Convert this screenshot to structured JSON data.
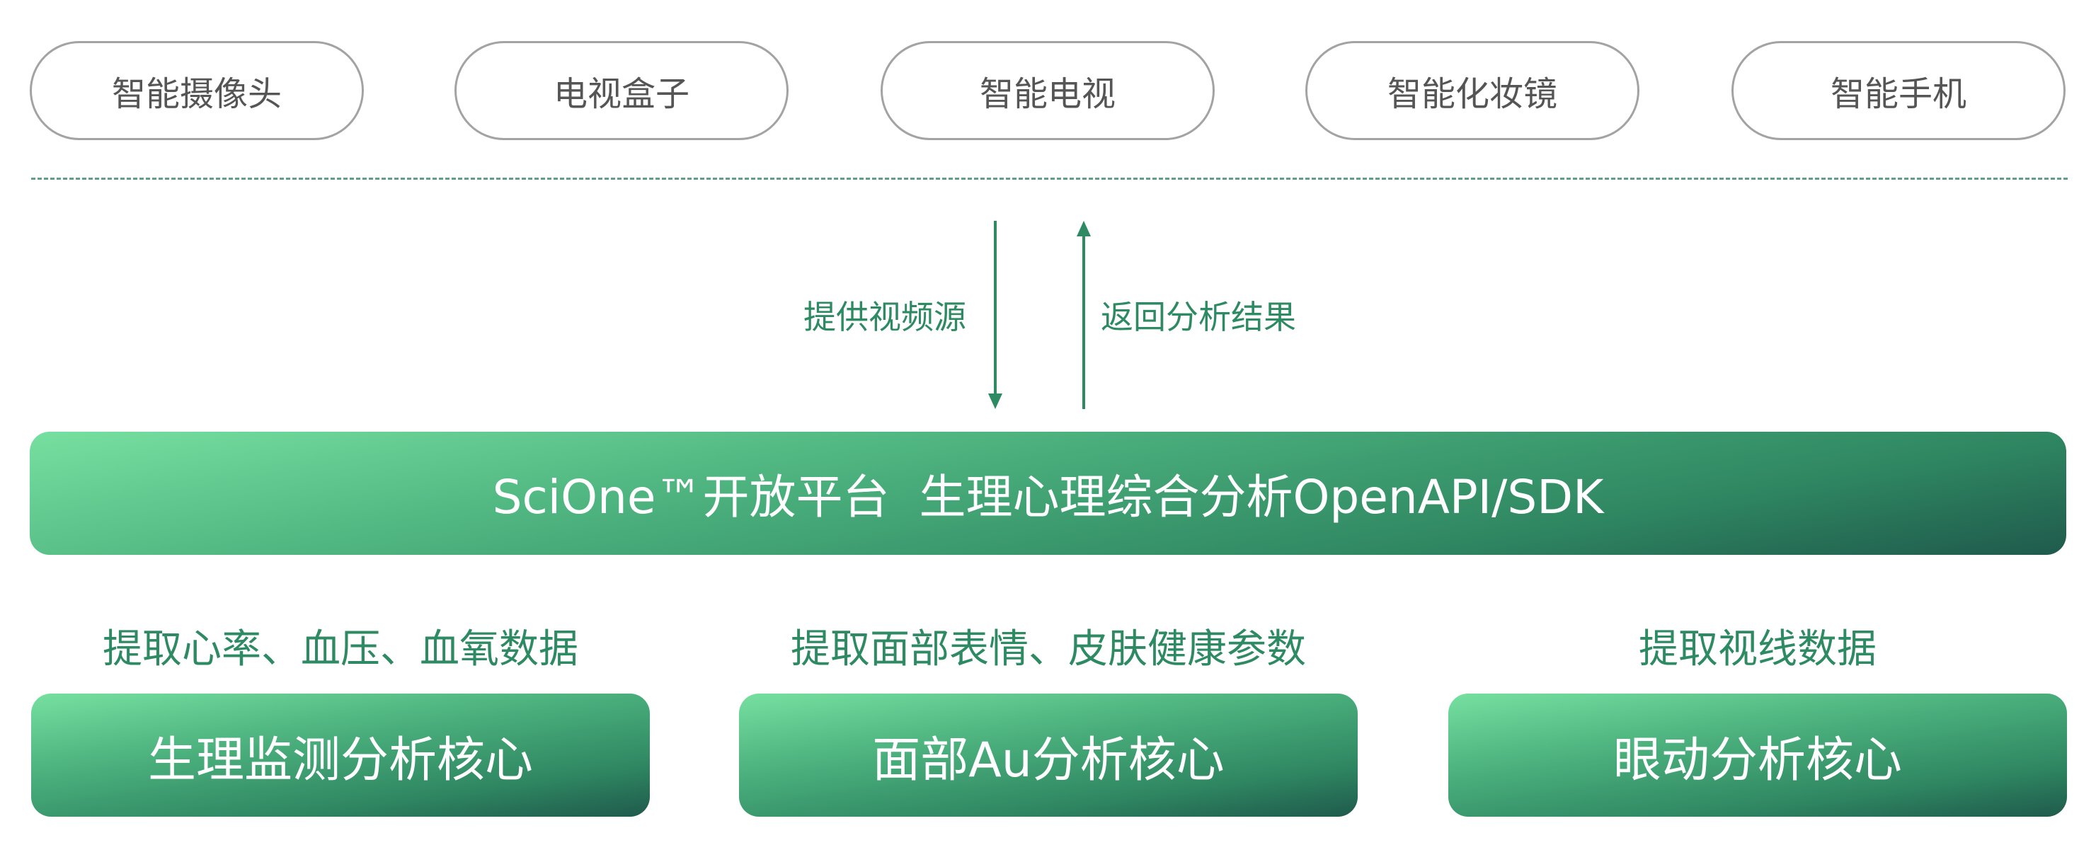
{
  "devices": [
    {
      "label": "智能摄像头"
    },
    {
      "label": "电视盒子"
    },
    {
      "label": "智能电视"
    },
    {
      "label": "智能化妆镜"
    },
    {
      "label": "智能手机"
    }
  ],
  "flow": {
    "down_label": "提供视频源",
    "up_label": "返回分析结果"
  },
  "platform": {
    "label": "SciOne™开放平台  生理心理综合分析OpenAPI/SDK"
  },
  "cores": [
    {
      "caption": "提取心率、血压、血氧数据",
      "label": "生理监测分析核心"
    },
    {
      "caption": "提取面部表情、皮肤健康参数",
      "label": "面部Au分析核心"
    },
    {
      "caption": "提取视线数据",
      "label": "眼动分析核心"
    }
  ],
  "colors": {
    "accent_green": "#2e8a63",
    "gradient_light": "#76e0a0",
    "gradient_dark": "#1f5a4c",
    "pill_border": "#a3a3a3",
    "pill_text": "#555555"
  }
}
